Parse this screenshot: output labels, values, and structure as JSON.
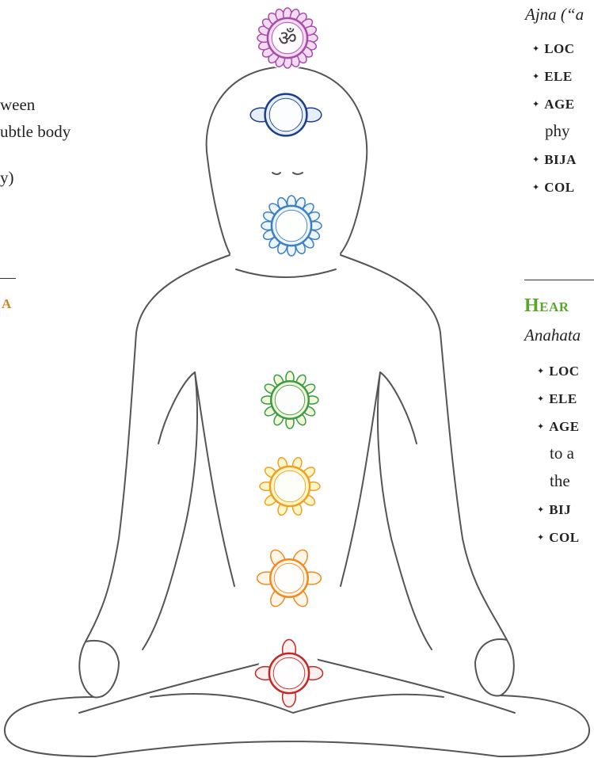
{
  "left_text": {
    "intro_line1": "ween",
    "intro_line2": "ubtle body",
    "intro_line3": "y)",
    "heading_fragment": "A",
    "heading_color": "#c8862a"
  },
  "right_text": {
    "ajna_fragment": "Ajna (“a",
    "ajna_rows": [
      {
        "bullet": "✦",
        "label": "LOC"
      },
      {
        "bullet": "✦",
        "label": "ELE"
      },
      {
        "bullet": "✦",
        "label": "AGE"
      },
      {
        "bullet": "",
        "label": "phy"
      },
      {
        "bullet": "✦",
        "label": "BIJA"
      },
      {
        "bullet": "✦",
        "label": "COL"
      }
    ],
    "heart_heading": "Hear",
    "heart_color": "#5aa52a",
    "anahata_fragment": "Anahata",
    "heart_rows": [
      {
        "bullet": "✦",
        "label": "LOC"
      },
      {
        "bullet": "✦",
        "label": "ELE"
      },
      {
        "bullet": "✦",
        "label": "AGE"
      },
      {
        "bullet": "",
        "label": "to a"
      },
      {
        "bullet": "",
        "label": "the"
      },
      {
        "bullet": "✦",
        "label": "BIJ"
      },
      {
        "bullet": "✦",
        "label": "COL"
      }
    ]
  },
  "chakras": [
    {
      "name": "crown",
      "symbol": "ॐ",
      "color": "#a64ca6",
      "light": "#f3dcf3"
    },
    {
      "name": "third-eye",
      "symbol": "",
      "color": "#1d3f8a",
      "light": "#e6eef9"
    },
    {
      "name": "throat",
      "symbol": "",
      "color": "#3b7fc4",
      "light": "#eef5fc"
    },
    {
      "name": "heart",
      "symbol": "",
      "color": "#3c9a4a",
      "light": "#f3f8d8"
    },
    {
      "name": "solar-plexus",
      "symbol": "",
      "color": "#f0a020",
      "light": "#fdf6c8"
    },
    {
      "name": "sacral",
      "symbol": "",
      "color": "#f08a20",
      "light": "#fff6ea"
    },
    {
      "name": "root",
      "symbol": "",
      "color": "#c02828",
      "light": "#fff0f0"
    }
  ]
}
